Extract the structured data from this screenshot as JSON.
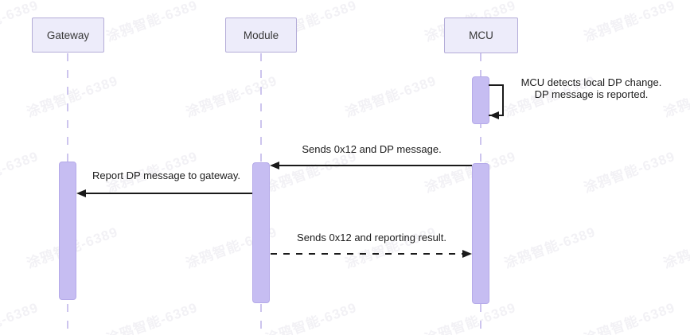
{
  "diagram": {
    "type": "sequence-diagram",
    "background": "#ffffff",
    "watermark": {
      "text": "涂鸦智能-6389"
    },
    "participants": [
      {
        "label": "Gateway"
      },
      {
        "label": "Module"
      },
      {
        "label": "MCU"
      }
    ],
    "messages": [
      {
        "from": "MCU",
        "to": "MCU",
        "kind": "self",
        "line": "solid",
        "label_lines": [
          "MCU detects local DP change.",
          "DP message is reported."
        ]
      },
      {
        "from": "MCU",
        "to": "Module",
        "kind": "message",
        "line": "solid",
        "label": "Sends 0x12 and DP message."
      },
      {
        "from": "Module",
        "to": "Gateway",
        "kind": "message",
        "line": "solid",
        "label": "Report DP message to gateway."
      },
      {
        "from": "Module",
        "to": "MCU",
        "kind": "return",
        "line": "dashed",
        "label": "Sends 0x12 and reporting result."
      }
    ],
    "colors": {
      "participant_fill": "#edecfa",
      "participant_border": "#b4acd8",
      "activation_fill": "#c6bdf2",
      "lifeline": "#cdc5ee",
      "arrow": "#1a1a1a",
      "label_text": "#1c1c1c"
    }
  }
}
